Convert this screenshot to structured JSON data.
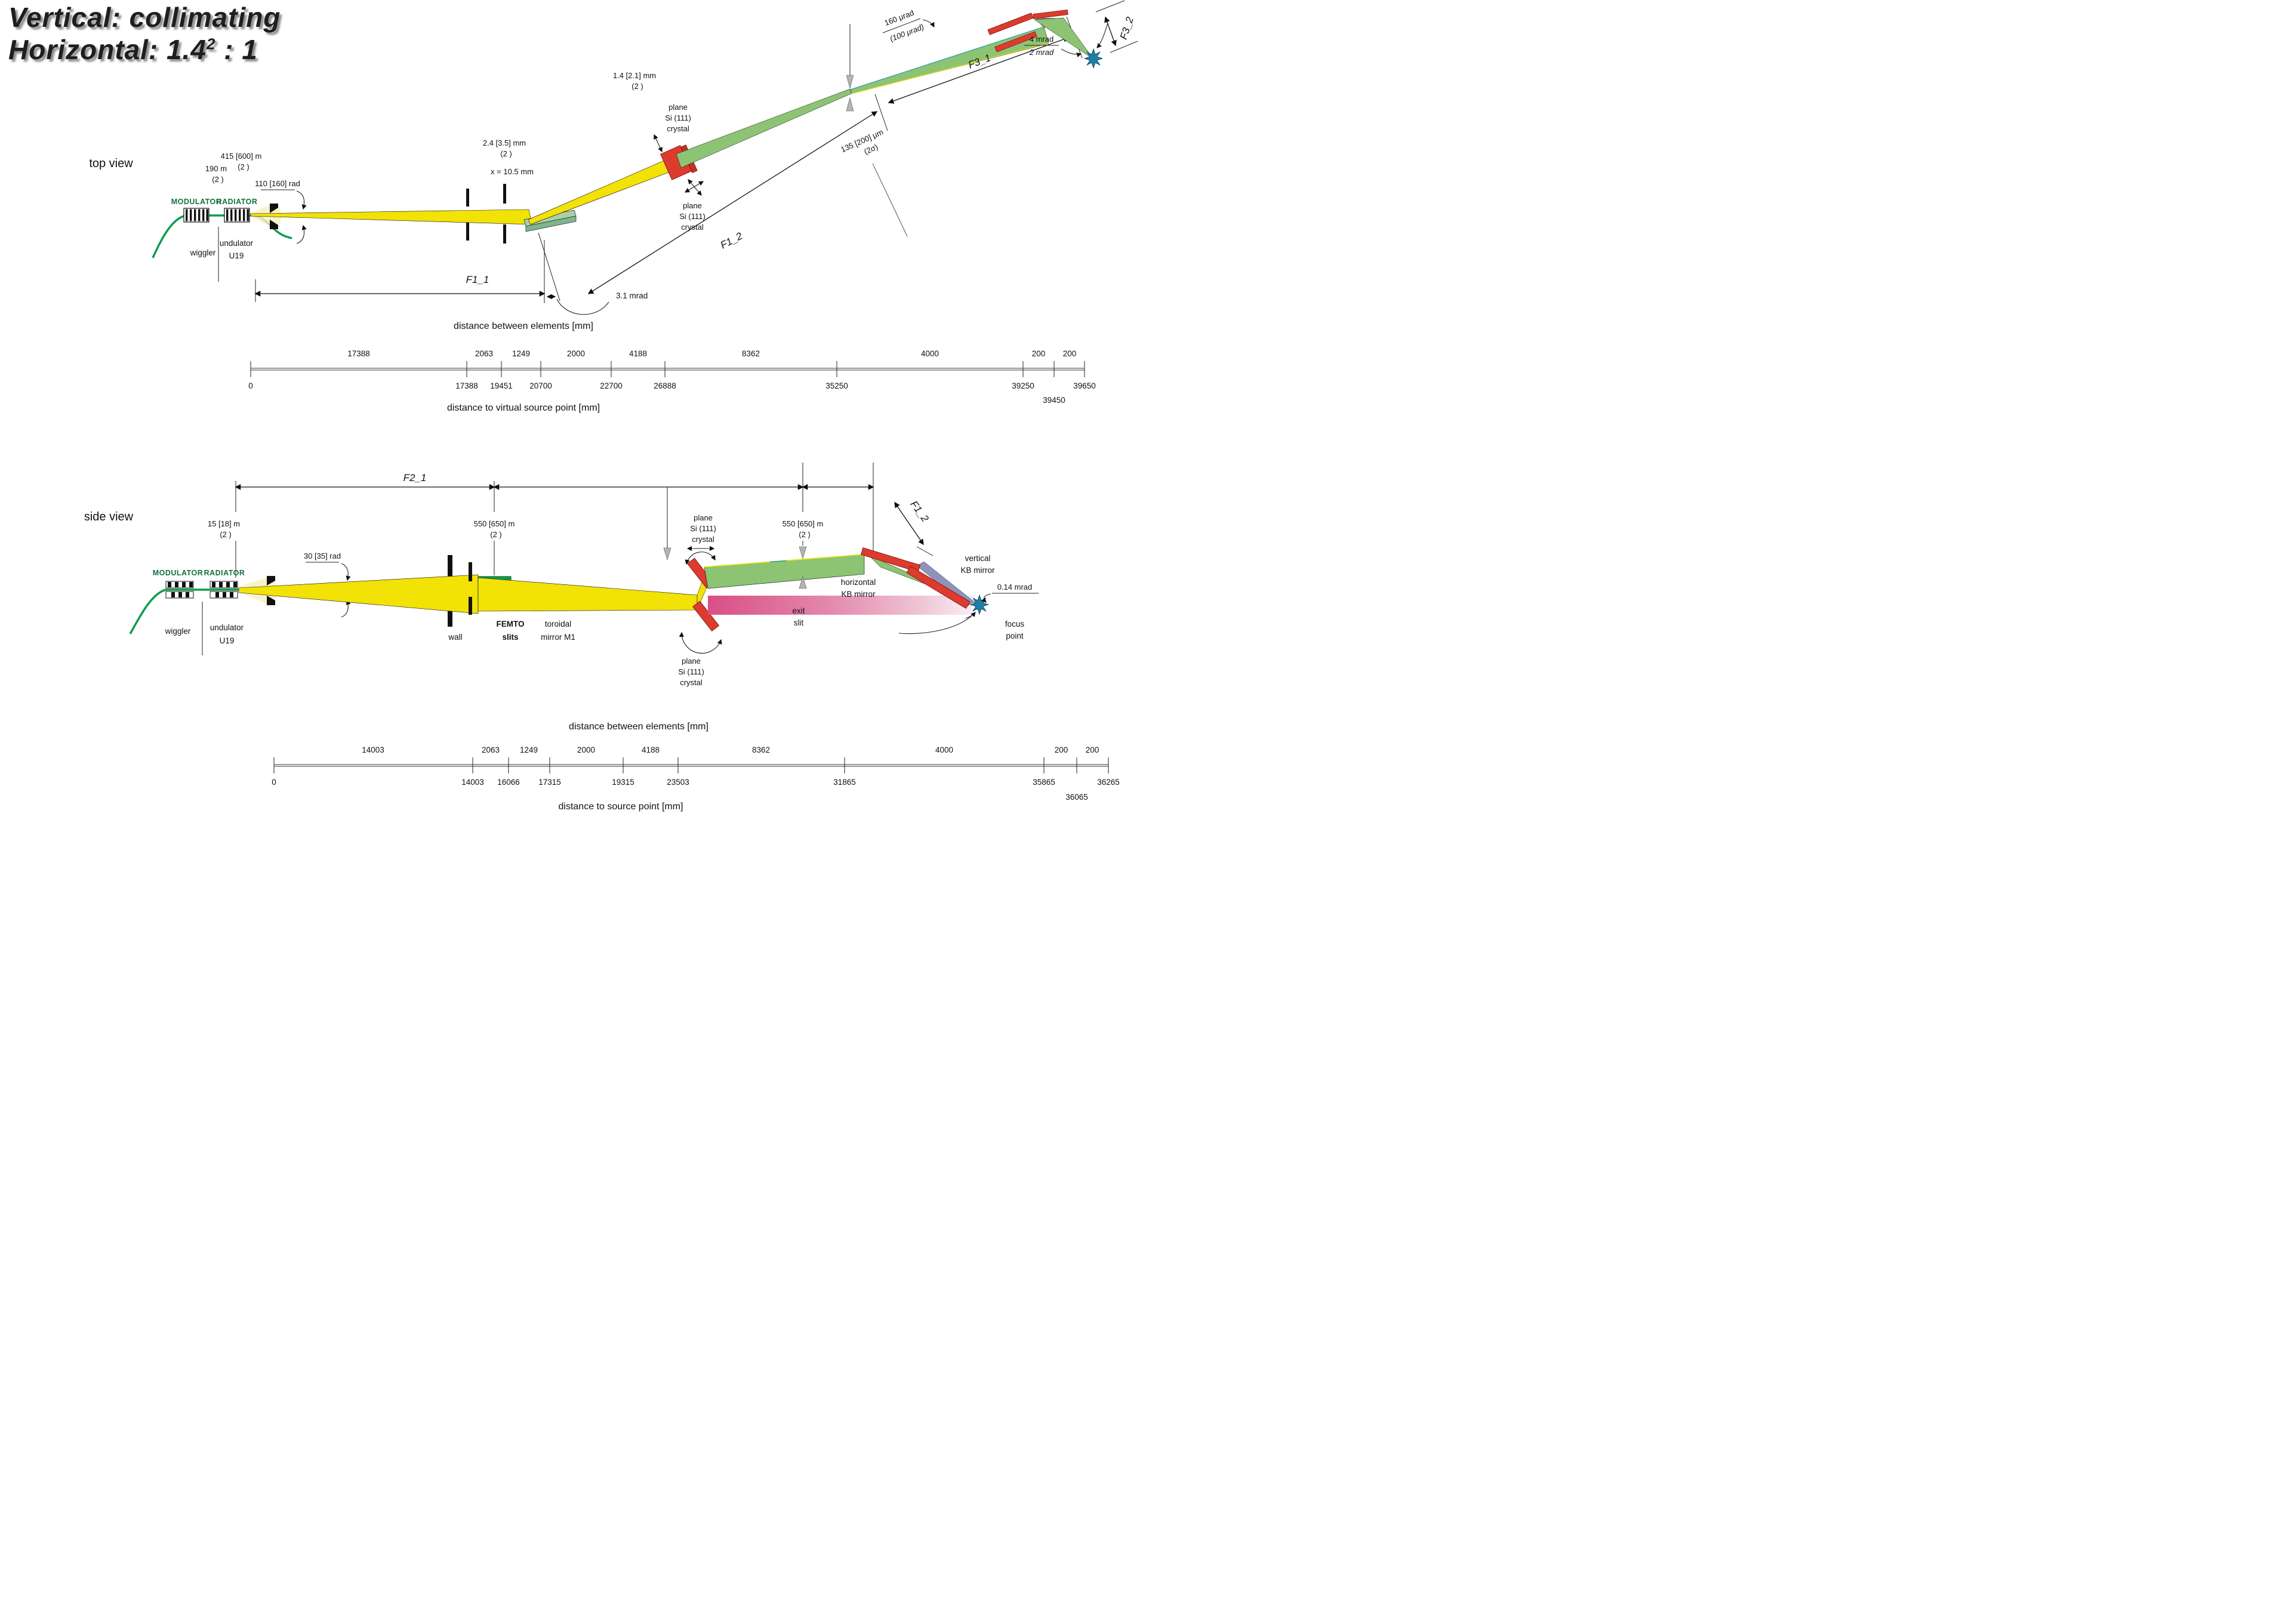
{
  "title": {
    "line1": "Vertical:  collimating",
    "line2_base": "Horizontal:  1.4",
    "line2_sup": "2",
    "line2_rest": " : 1"
  },
  "colors": {
    "beam_yellow": "#f2e205",
    "beam_green": "#8cc474",
    "beam_pink": "#d94f85",
    "mirror_m1_green": "#0da04f",
    "mirror_topview_green": "#a9d1a4",
    "crystal_red": "#dd3b2e",
    "label_green": "#14713d",
    "slit_gray": "#b4b4b4",
    "focus_star_blue": "#1d7fa8",
    "kb_gap_blue": "#8f93bb",
    "triangle_brown": "#9a8f80",
    "teal_edge": "#2e9fa8",
    "ebeam_green": "#0f9c4c"
  },
  "top_view": {
    "view_label": "top view",
    "modulator": "MODULATOR",
    "radiator": "RADIATOR",
    "wiggler": "wiggler",
    "undulator": "undulator",
    "undulator_name": "U19",
    "dim_190": "190  m",
    "dim_190_sig": "(2  )",
    "dim_415": "415 [600]  m",
    "dim_415_sig": "(2  )",
    "dim_110": "110 [160]  rad",
    "dim_24": "2.4 [3.5] mm",
    "dim_24_sig": "(2  )",
    "x_offset": "x = 10.5 mm",
    "f1_1": "F1_1",
    "f1_2": "F1_2",
    "f3_1": "F3_1",
    "f3_2": "F3_2",
    "mrad_31": "3.1 mrad",
    "crystal_u1": "plane",
    "crystal_u2": "Si (111)",
    "crystal_u3": "crystal",
    "crystal_l1": "plane",
    "crystal_l2": "Si (111)",
    "crystal_l3": "crystal",
    "dim_14": "1.4 [2.1] mm",
    "dim_14_sig": "(2  )",
    "dim_135": "135 [200] μm",
    "dim_135_sig": "(2σ)",
    "dim_160": "160 μrad",
    "dim_100": "(100 μrad)",
    "mrad_4": "4 mrad",
    "mrad_2": "2 mrad",
    "scale": {
      "title_top": "distance between elements [mm]",
      "title_bottom": "distance to virtual source point [mm]",
      "seg_0": "17388",
      "seg_1": "2063",
      "seg_2": "1249",
      "seg_3": "2000",
      "seg_4": "4188",
      "seg_5": "8362",
      "seg_6": "4000",
      "seg_7": "200",
      "seg_8": "200",
      "pos_0": "0",
      "pos_1": "17388",
      "pos_2": "19451",
      "pos_3": "20700",
      "pos_4": "22700",
      "pos_5": "26888",
      "pos_6": "35250",
      "pos_7": "39250",
      "pos_8": "39650",
      "pos_offset": "39450"
    }
  },
  "side_view": {
    "view_label": "side view",
    "modulator": "MODULATOR",
    "radiator": "RADIATOR",
    "wiggler": "wiggler",
    "undulator": "undulator",
    "undulator_name": "U19",
    "dim_15": "15 [18]  m",
    "dim_15_sig": "(2  )",
    "dim_30": "30 [35]  rad",
    "dim_550a": "550 [650]  m",
    "dim_550a_sig": "(2  )",
    "dim_550b": "550 [650]  m",
    "dim_550b_sig": "(2  )",
    "f2_1": "F2_1",
    "f1_2": "F1_2",
    "wall": "wall",
    "femto": "FEMTO",
    "slits": "slits",
    "toroidal": "toroidal",
    "mirror_m1": "mirror M1",
    "crystal_u1": "plane",
    "crystal_u2": "Si (111)",
    "crystal_u3": "crystal",
    "crystal_l1": "plane",
    "crystal_l2": "Si (111)",
    "crystal_l3": "crystal",
    "exit": "exit",
    "slit": "slit",
    "kb_v1": "vertical",
    "kb_v2": "KB mirror",
    "kb_h1": "horizontal",
    "kb_h2": "KB mirror",
    "focus1": "focus",
    "focus2": "point",
    "mrad_014": "0.14 mrad",
    "scale": {
      "title_top": "distance between elements [mm]",
      "title_bottom": "distance to source point [mm]",
      "seg_0": "14003",
      "seg_1": "2063",
      "seg_2": "1249",
      "seg_3": "2000",
      "seg_4": "4188",
      "seg_5": "8362",
      "seg_6": "4000",
      "seg_7": "200",
      "seg_8": "200",
      "pos_0": "0",
      "pos_1": "14003",
      "pos_2": "16066",
      "pos_3": "17315",
      "pos_4": "19315",
      "pos_5": "23503",
      "pos_6": "31865",
      "pos_7": "35865",
      "pos_8": "36265",
      "pos_offset": "36065"
    }
  }
}
